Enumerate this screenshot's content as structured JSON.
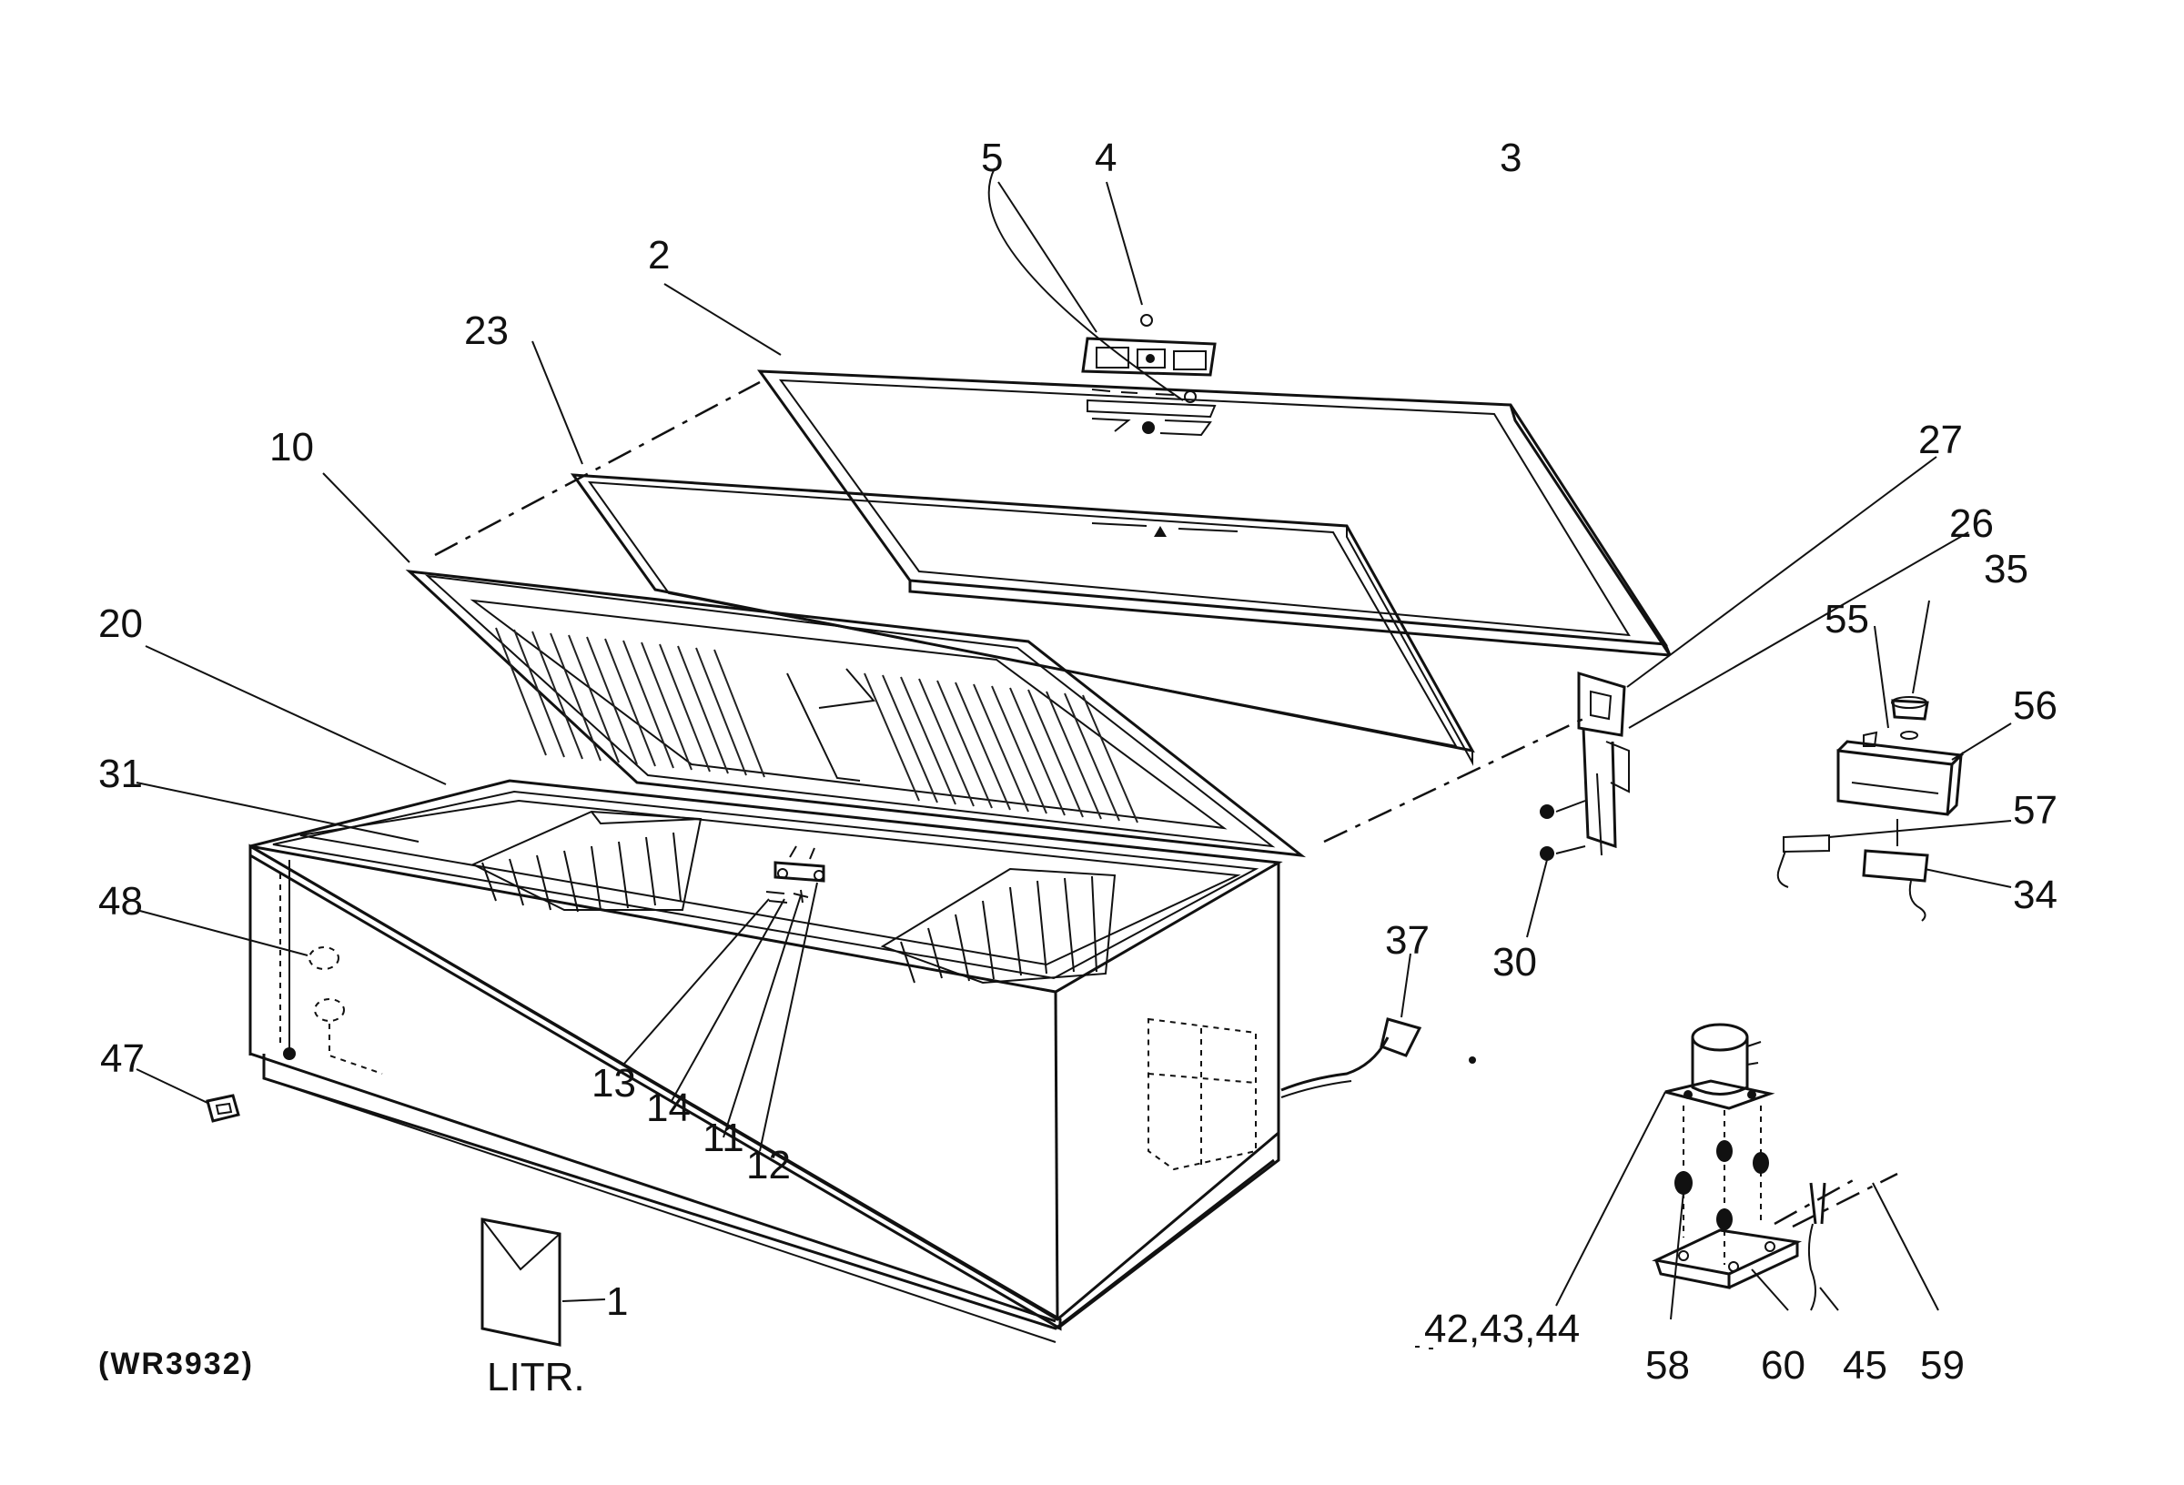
{
  "diagram": {
    "code": "(WR3932)",
    "literature_label": "LITR.",
    "labels": {
      "l1": "1",
      "l2": "2",
      "l3": "3",
      "l4": "4",
      "l5": "5",
      "l10": "10",
      "l11": "11",
      "l12": "12",
      "l13": "13",
      "l14": "14",
      "l20": "20",
      "l23": "23",
      "l26": "26",
      "l27": "27",
      "l30": "30",
      "l31": "31",
      "l34": "34",
      "l35": "35",
      "l37": "37",
      "l42": "42,43,44",
      "l45": "45",
      "l47": "47",
      "l48": "48",
      "l55": "55",
      "l56": "56",
      "l57": "57",
      "l58": "58",
      "l59": "59",
      "l60": "60"
    }
  }
}
